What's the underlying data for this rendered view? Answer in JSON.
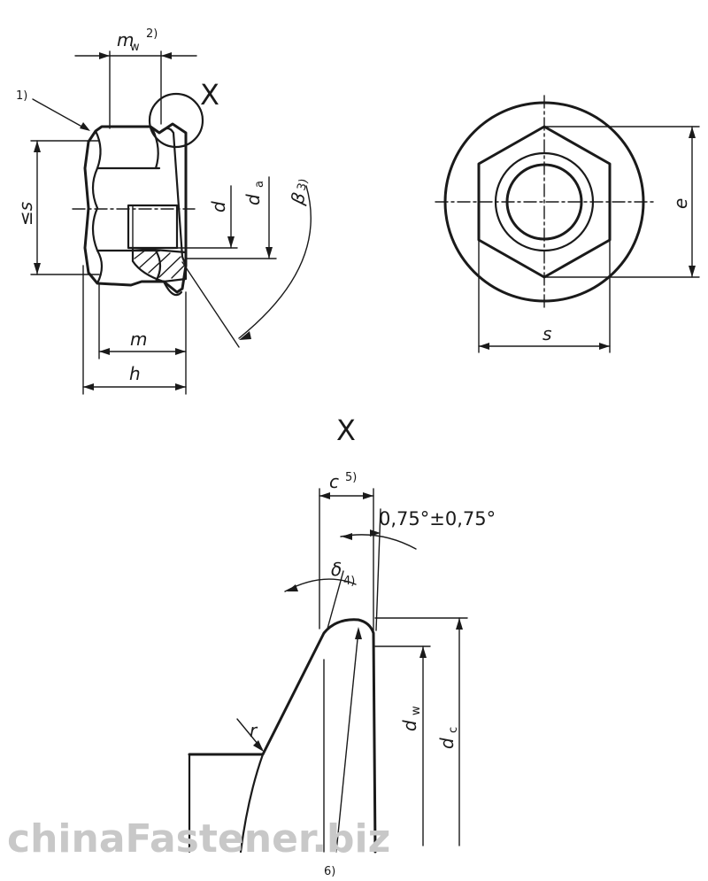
{
  "figure": {
    "view_x_label": "X",
    "detail_x_title": "X",
    "labels": {
      "mw": "m",
      "mw_sub": "w",
      "mw_note": "2)",
      "note1": "1)",
      "s_min": "≤s",
      "d": "d",
      "da": "d",
      "da_sub": "a",
      "beta": "β",
      "beta_note": "3)",
      "m": "m",
      "h": "h",
      "e": "e",
      "s": "s",
      "c": "c",
      "c_note": "5)",
      "angle": "0,75°±0,75°",
      "delta": "δ",
      "delta_note": "4)",
      "r": "r",
      "dw": "d",
      "dw_sub": "w",
      "dc": "d",
      "dc_sub": "c",
      "note6": "6)"
    },
    "watermark": "chinaFastener.biz"
  }
}
